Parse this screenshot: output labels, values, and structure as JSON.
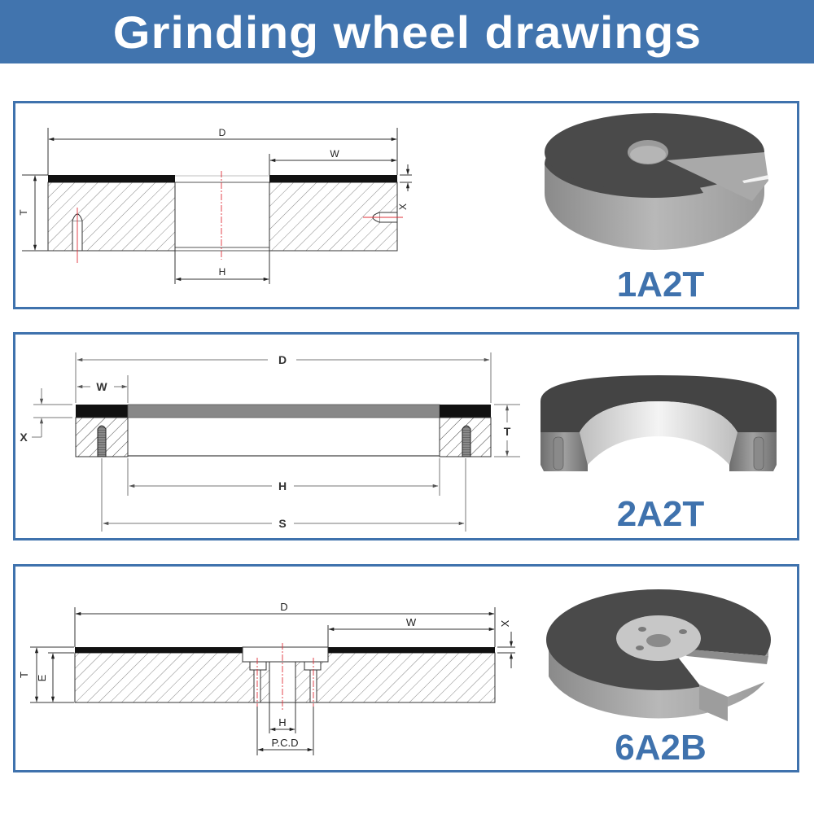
{
  "header": {
    "title": "Grinding wheel drawings"
  },
  "colors": {
    "brand_blue": "#4174ae",
    "border_blue": "#3f72ad",
    "abrasive_layer": "#111111",
    "centerline_red": "#e0303a"
  },
  "panels": [
    {
      "model": "1A2T",
      "dimensions": {
        "D": "D",
        "W": "W",
        "T": "T",
        "X": "X",
        "H": "H"
      }
    },
    {
      "model": "2A2T",
      "dimensions": {
        "D": "D",
        "W": "W",
        "T": "T",
        "X": "X",
        "H": "H",
        "S": "S"
      }
    },
    {
      "model": "6A2B",
      "dimensions": {
        "D": "D",
        "W": "W",
        "T": "T",
        "E": "E",
        "X": "X",
        "H": "H",
        "PCD": "P.C.D"
      }
    }
  ]
}
